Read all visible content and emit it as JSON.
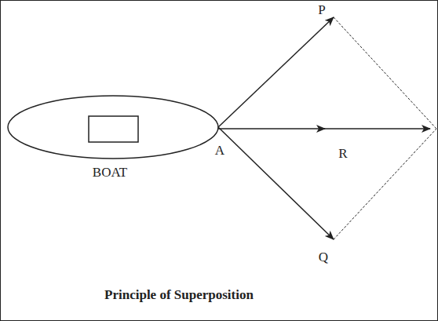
{
  "diagram": {
    "caption": "Principle of Superposition",
    "labels": [
      "BOAT",
      "A",
      "P",
      "R",
      "Q"
    ]
  }
}
